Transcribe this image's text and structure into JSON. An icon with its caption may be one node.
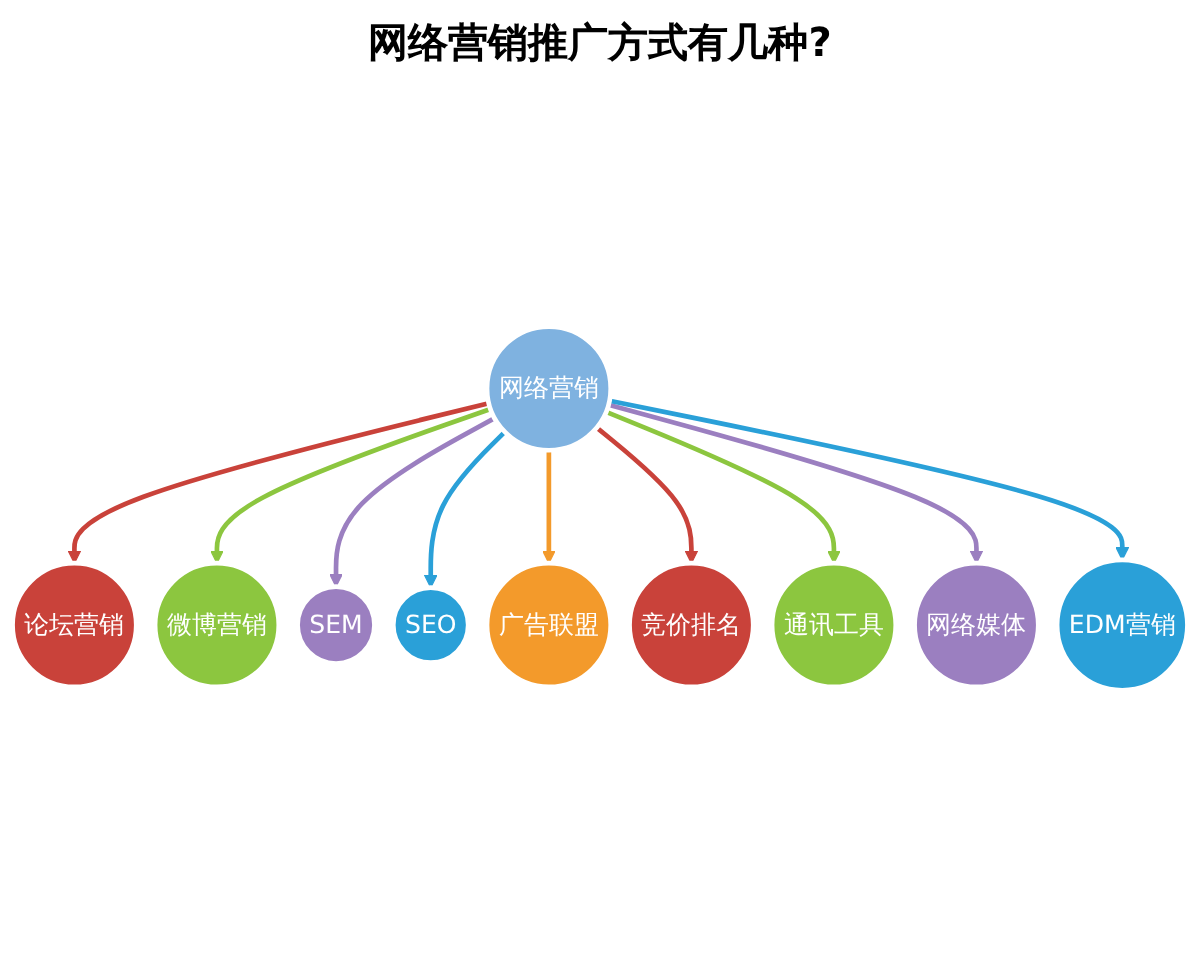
{
  "diagram": {
    "title": "网络营销推广方式有几种?",
    "nodes": [
      {
        "text": [
          "网络营销"
        ]
      },
      {
        "text": [
          "论坛营销"
        ]
      },
      {
        "text": [
          "微博营销"
        ]
      },
      {
        "text": [
          "SEM"
        ]
      },
      {
        "text": [
          "SEO"
        ]
      },
      {
        "text": [
          "广告联盟"
        ]
      },
      {
        "text": [
          "竞价排名"
        ]
      },
      {
        "text": [
          "通讯工具"
        ]
      },
      {
        "text": [
          "网络媒体"
        ]
      },
      {
        "text": [
          "EDM营销"
        ]
      }
    ],
    "edges": [
      {
        "from": 0,
        "to": 1,
        "arrow": "to",
        "color": "#c9423a"
      },
      {
        "from": 0,
        "to": 2,
        "arrow": "to",
        "color": "#8cc63f"
      },
      {
        "from": 0,
        "to": 3,
        "arrow": "to",
        "color": "#9b7fc0"
      },
      {
        "from": 0,
        "to": 4,
        "arrow": "to",
        "color": "#2aa0d8"
      },
      {
        "from": 0,
        "to": 5,
        "arrow": "to",
        "color": "#f39a2b"
      },
      {
        "from": 0,
        "to": 6,
        "arrow": "to",
        "color": "#c9423a"
      },
      {
        "from": 0,
        "to": 7,
        "arrow": "to",
        "color": "#8cc63f"
      },
      {
        "from": 0,
        "to": 8,
        "arrow": "to",
        "color": "#9b7fc0"
      },
      {
        "from": 0,
        "to": 9,
        "arrow": "to",
        "color": "#2aa0d8"
      }
    ]
  }
}
